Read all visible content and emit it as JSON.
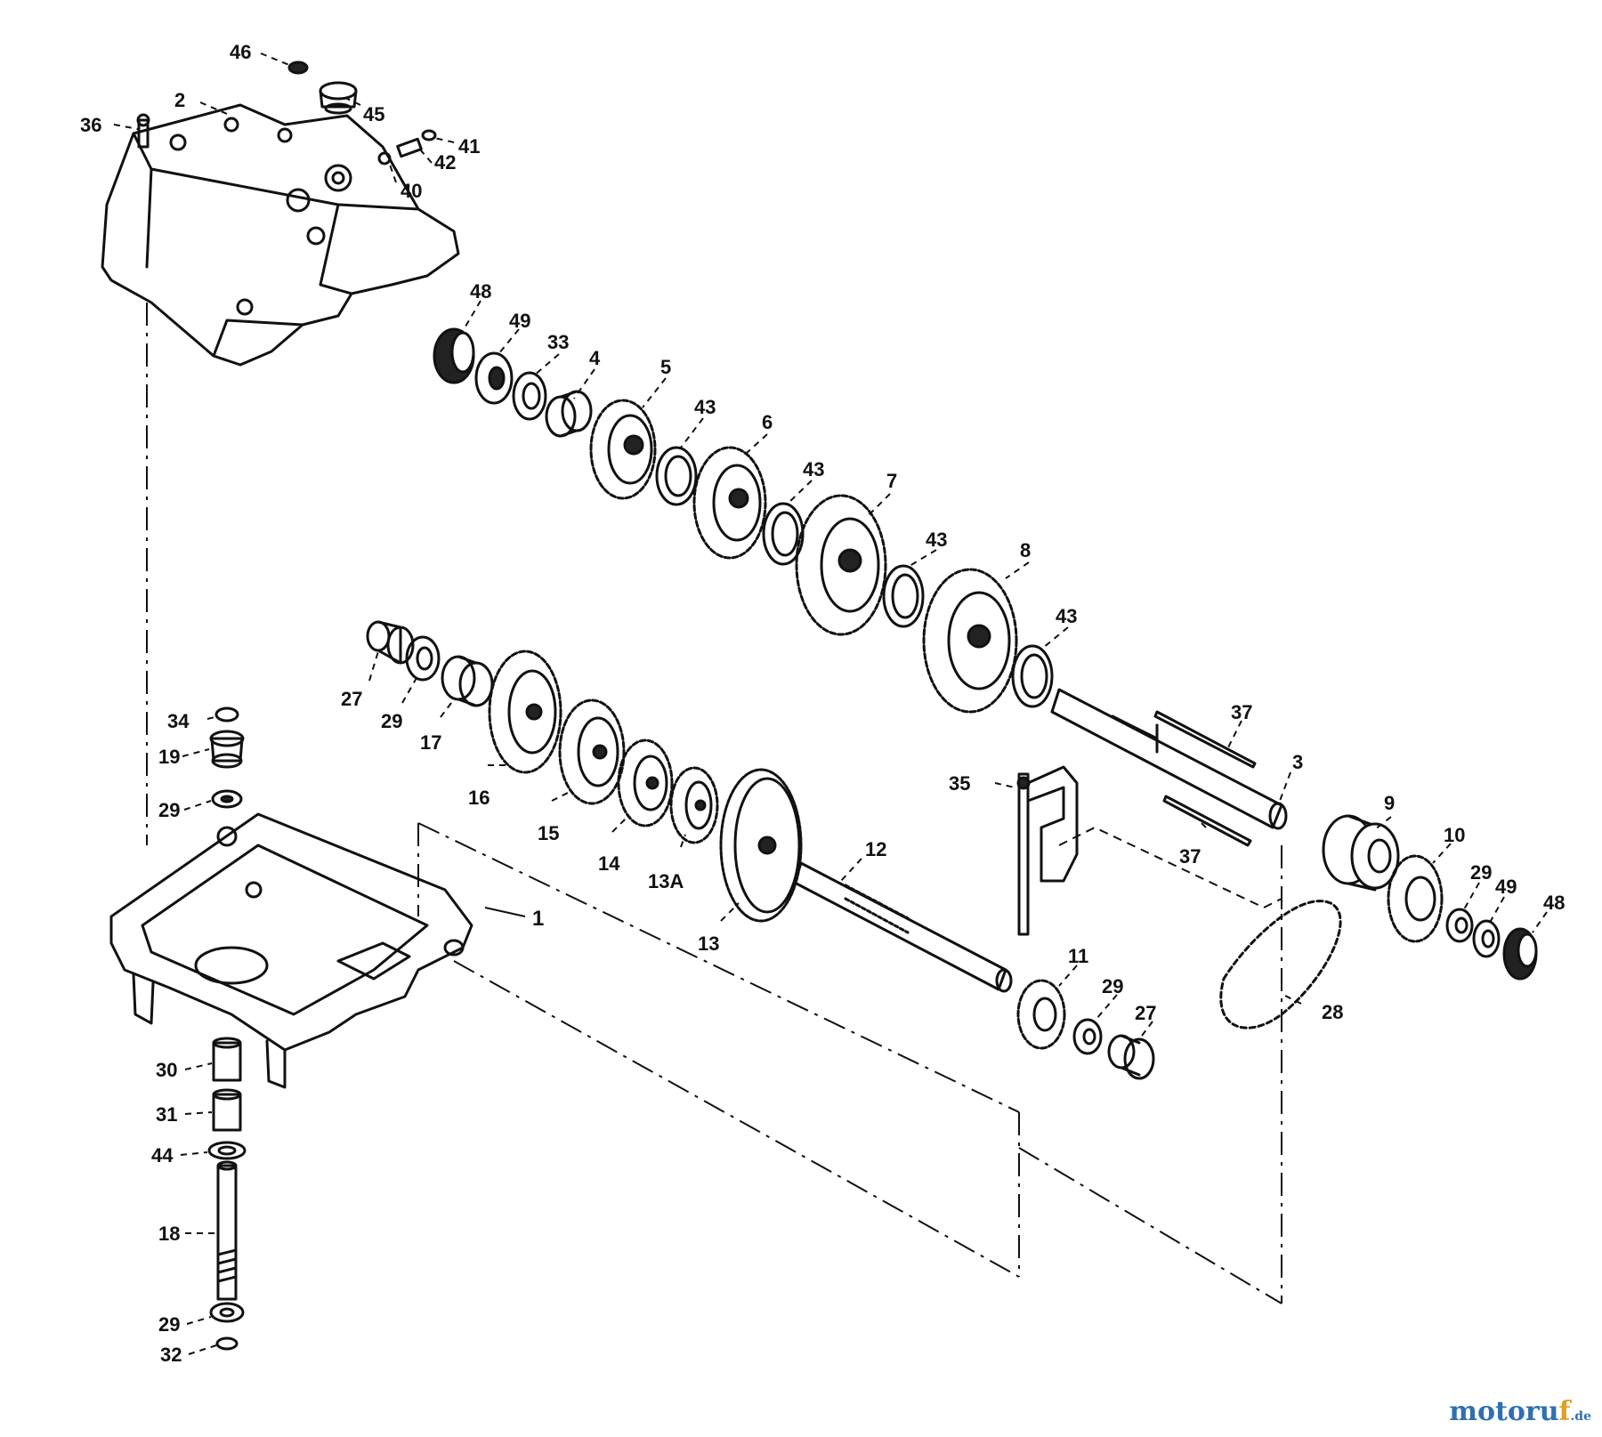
{
  "diagram": {
    "title": "",
    "callouts": [
      "46",
      "2",
      "45",
      "36",
      "41",
      "42",
      "40",
      "48",
      "49",
      "33",
      "4",
      "5",
      "43",
      "6",
      "43",
      "7",
      "43",
      "8",
      "43",
      "27",
      "29",
      "17",
      "16",
      "15",
      "14",
      "13A",
      "13",
      "12",
      "34",
      "19",
      "29",
      "1",
      "37",
      "3",
      "35",
      "37",
      "9",
      "10",
      "29",
      "49",
      "48",
      "11",
      "29",
      "27",
      "28",
      "30",
      "31",
      "44",
      "18",
      "29",
      "32"
    ]
  },
  "watermark": {
    "brand_main": "motoru",
    "brand_accent": "f",
    "brand_suffix": ".de"
  }
}
